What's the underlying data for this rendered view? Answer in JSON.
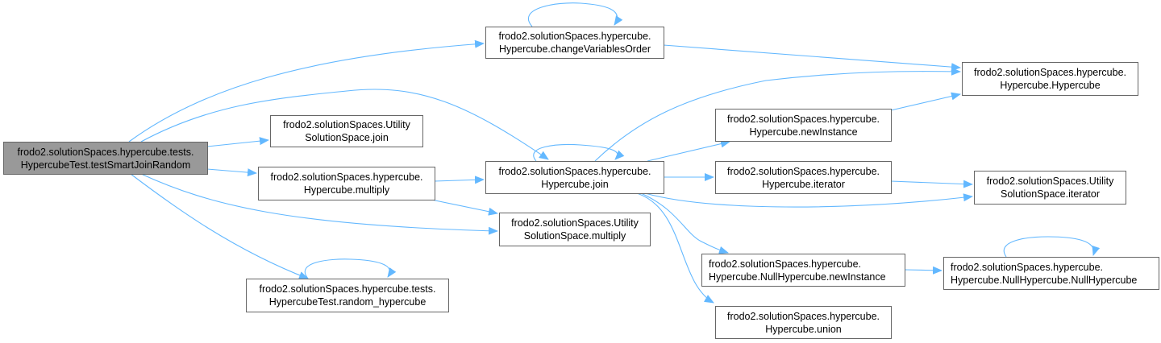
{
  "diagram": {
    "type": "call-graph",
    "edge_color": "#63b8ff",
    "node_border_color": "#666666",
    "root_fill_color": "#999999",
    "nodes": [
      {
        "id": "root",
        "lines": [
          "frodo2.solutionSpaces.hypercube.tests.",
          "HypercubeTest.testSmartJoinRandom"
        ],
        "root": true
      },
      {
        "id": "changeVariablesOrder",
        "lines": [
          "frodo2.solutionSpaces.hypercube.",
          "Hypercube.changeVariablesOrder"
        ]
      },
      {
        "id": "hypercubeCtor",
        "lines": [
          "frodo2.solutionSpaces.hypercube.",
          "Hypercube.Hypercube"
        ]
      },
      {
        "id": "ussJoin",
        "lines": [
          "frodo2.solutionSpaces.Utility",
          "SolutionSpace.join"
        ]
      },
      {
        "id": "hcMultiply",
        "lines": [
          "frodo2.solutionSpaces.hypercube.",
          "Hypercube.multiply"
        ]
      },
      {
        "id": "hcJoin",
        "lines": [
          "frodo2.solutionSpaces.hypercube.",
          "Hypercube.join"
        ]
      },
      {
        "id": "ussMultiply",
        "lines": [
          "frodo2.solutionSpaces.Utility",
          "SolutionSpace.multiply"
        ]
      },
      {
        "id": "hcNewInstance",
        "lines": [
          "frodo2.solutionSpaces.hypercube.",
          "Hypercube.newInstance"
        ]
      },
      {
        "id": "hcIterator",
        "lines": [
          "frodo2.solutionSpaces.hypercube.",
          "Hypercube.iterator"
        ]
      },
      {
        "id": "ussIterator",
        "lines": [
          "frodo2.solutionSpaces.Utility",
          "SolutionSpace.iterator"
        ]
      },
      {
        "id": "nullNewInstance",
        "lines": [
          "frodo2.solutionSpaces.hypercube.",
          "Hypercube.NullHypercube.newInstance"
        ]
      },
      {
        "id": "nullCtor",
        "lines": [
          "frodo2.solutionSpaces.hypercube.",
          "Hypercube.NullHypercube.NullHypercube"
        ]
      },
      {
        "id": "hcUnion",
        "lines": [
          "frodo2.solutionSpaces.hypercube.",
          "Hypercube.union"
        ]
      },
      {
        "id": "randomHypercube",
        "lines": [
          "frodo2.solutionSpaces.hypercube.tests.",
          "HypercubeTest.random_hypercube"
        ]
      }
    ],
    "edges": [
      {
        "from": "root",
        "to": "changeVariablesOrder"
      },
      {
        "from": "root",
        "to": "hcJoin"
      },
      {
        "from": "root",
        "to": "ussJoin"
      },
      {
        "from": "root",
        "to": "hcMultiply"
      },
      {
        "from": "root",
        "to": "ussMultiply"
      },
      {
        "from": "root",
        "to": "randomHypercube"
      },
      {
        "from": "changeVariablesOrder",
        "to": "changeVariablesOrder"
      },
      {
        "from": "changeVariablesOrder",
        "to": "hypercubeCtor"
      },
      {
        "from": "hcMultiply",
        "to": "hcJoin"
      },
      {
        "from": "hcMultiply",
        "to": "ussMultiply"
      },
      {
        "from": "hcJoin",
        "to": "hcJoin"
      },
      {
        "from": "hcJoin",
        "to": "hypercubeCtor"
      },
      {
        "from": "hcJoin",
        "to": "hcNewInstance"
      },
      {
        "from": "hcJoin",
        "to": "hcIterator"
      },
      {
        "from": "hcJoin",
        "to": "ussIterator"
      },
      {
        "from": "hcJoin",
        "to": "nullNewInstance"
      },
      {
        "from": "hcJoin",
        "to": "hcUnion"
      },
      {
        "from": "hcNewInstance",
        "to": "hypercubeCtor"
      },
      {
        "from": "hcIterator",
        "to": "ussIterator"
      },
      {
        "from": "nullNewInstance",
        "to": "nullCtor"
      },
      {
        "from": "nullCtor",
        "to": "nullCtor"
      },
      {
        "from": "randomHypercube",
        "to": "randomHypercube"
      }
    ]
  }
}
